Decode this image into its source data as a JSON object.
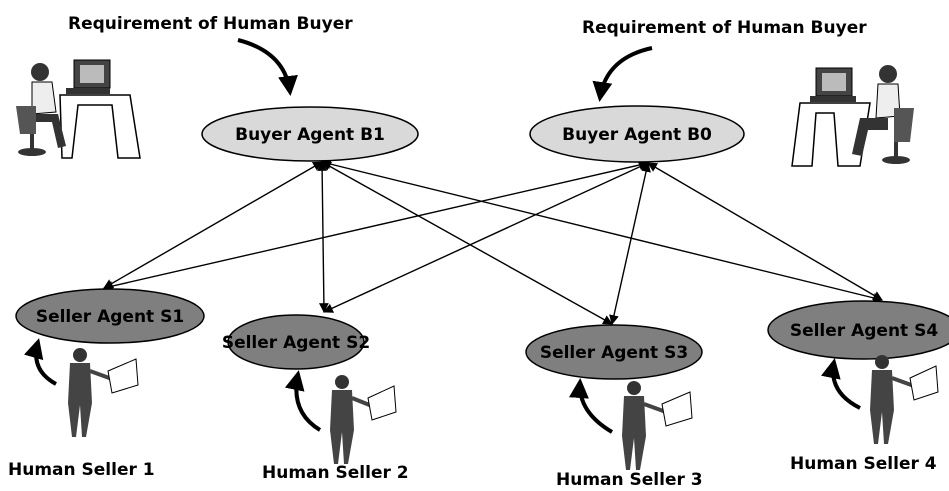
{
  "buyer_requirements": [
    {
      "text": "Requirement of Human Buyer"
    },
    {
      "text": "Requirement of Human Buyer"
    }
  ],
  "buyer_agents": [
    {
      "id": "B1",
      "label": "Buyer Agent B1",
      "fill": "#d9d9d9"
    },
    {
      "id": "B0",
      "label": "Buyer Agent B0",
      "fill": "#d9d9d9"
    }
  ],
  "seller_agents": [
    {
      "id": "S1",
      "label": "Seller Agent S1",
      "fill": "#7f7f7f"
    },
    {
      "id": "S2",
      "label": "Seller Agent S2",
      "fill": "#7f7f7f"
    },
    {
      "id": "S3",
      "label": "Seller Agent S3",
      "fill": "#7f7f7f"
    },
    {
      "id": "S4",
      "label": "Seller Agent S4",
      "fill": "#7f7f7f"
    }
  ],
  "human_sellers": [
    {
      "label": "Human Seller 1"
    },
    {
      "label": "Human Seller 2"
    },
    {
      "label": "Human Seller 3"
    },
    {
      "label": "Human Seller 4"
    }
  ],
  "connections": [
    {
      "from": "B1",
      "to": "S1"
    },
    {
      "from": "B1",
      "to": "S2"
    },
    {
      "from": "B1",
      "to": "S3"
    },
    {
      "from": "B1",
      "to": "S4"
    },
    {
      "from": "B0",
      "to": "S1"
    },
    {
      "from": "B0",
      "to": "S2"
    },
    {
      "from": "B0",
      "to": "S3"
    },
    {
      "from": "B0",
      "to": "S4"
    }
  ]
}
